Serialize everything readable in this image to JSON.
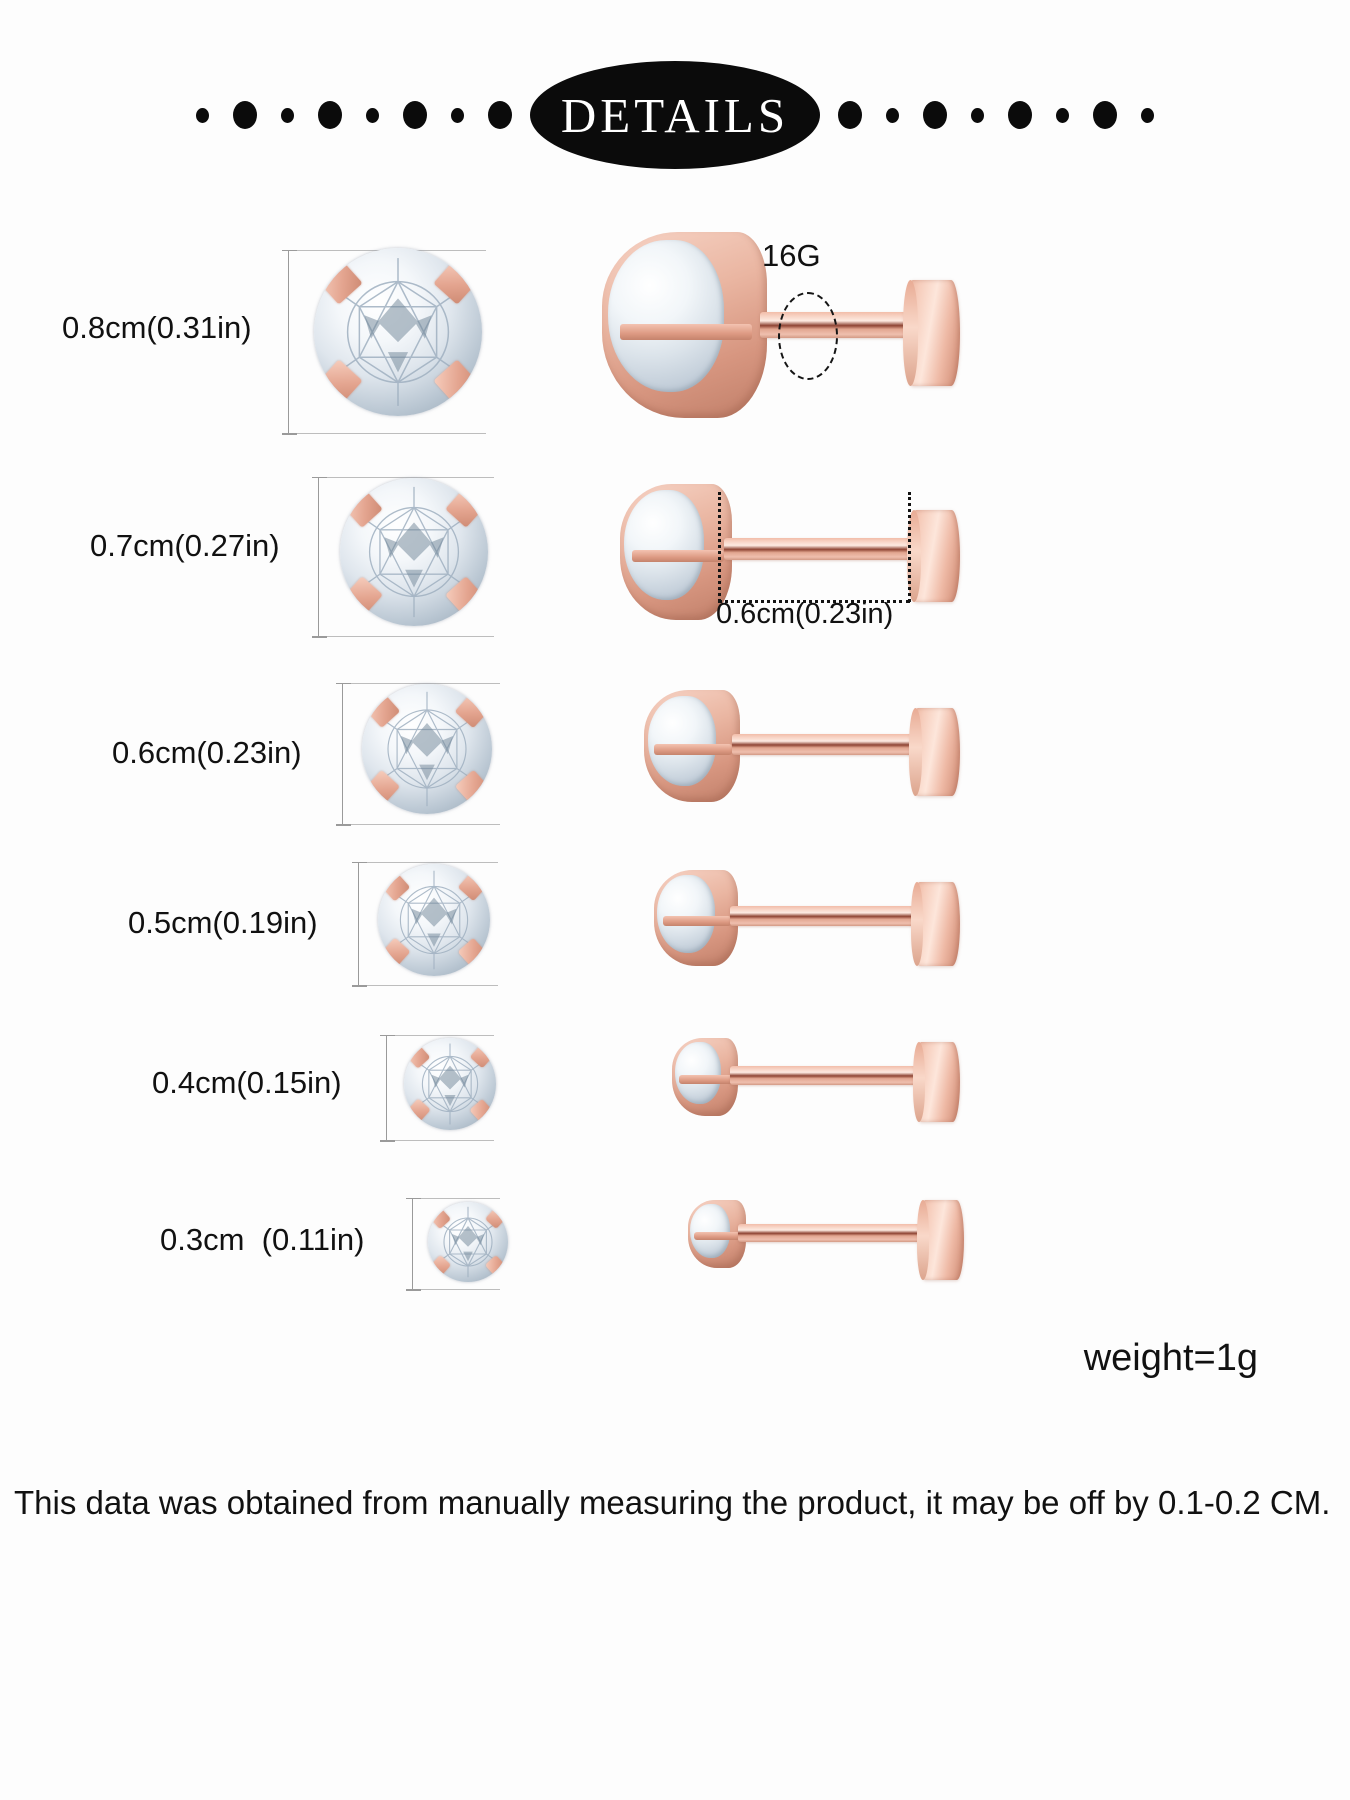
{
  "header": {
    "title": "DETAILS",
    "left_dots": [
      "sm",
      "lg",
      "sm",
      "lg",
      "sm",
      "lg",
      "sm",
      "lg"
    ],
    "right_dots": [
      "lg",
      "sm",
      "lg",
      "sm",
      "lg",
      "sm",
      "lg",
      "sm"
    ]
  },
  "annotations": {
    "gauge_label": "16G",
    "bar_length_label": "0.6cm(0.23in)"
  },
  "rows": [
    {
      "size_label": "0.8cm(0.31in)"
    },
    {
      "size_label": "0.7cm(0.27in)"
    },
    {
      "size_label": "0.6cm(0.23in)"
    },
    {
      "size_label": "0.5cm(0.19in)"
    },
    {
      "size_label": "0.4cm(0.15in)"
    },
    {
      "size_label": "0.3cm  (0.11in)"
    }
  ],
  "footer": {
    "weight": "weight=1g",
    "disclaimer": "This data was obtained from manually measuring the product, it may be off by 0.1-0.2 CM."
  },
  "colors": {
    "rose_gold": "#e8ab94",
    "rose_gold_light": "#fbe1d5",
    "rose_gold_dark": "#c0785f",
    "gem": "#e3eaf1",
    "ink": "#111111",
    "background": "#fdfdfd"
  }
}
